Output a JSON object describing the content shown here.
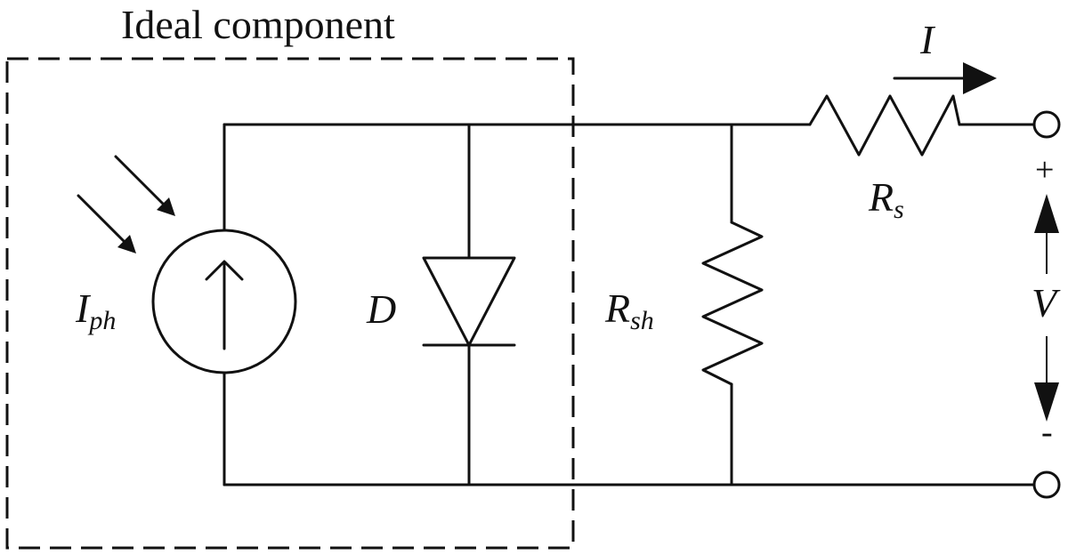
{
  "diagram": {
    "title": "Ideal component",
    "source_label": "I",
    "source_sub": "ph",
    "diode_label": "D",
    "shunt_label": "R",
    "shunt_sub": "sh",
    "series_label": "R",
    "series_sub": "s",
    "current_label": "I",
    "voltage_label": "V",
    "plus_label": "+",
    "minus_label": "-",
    "colors": {
      "ink": "#111111",
      "background": "#ffffff"
    }
  }
}
